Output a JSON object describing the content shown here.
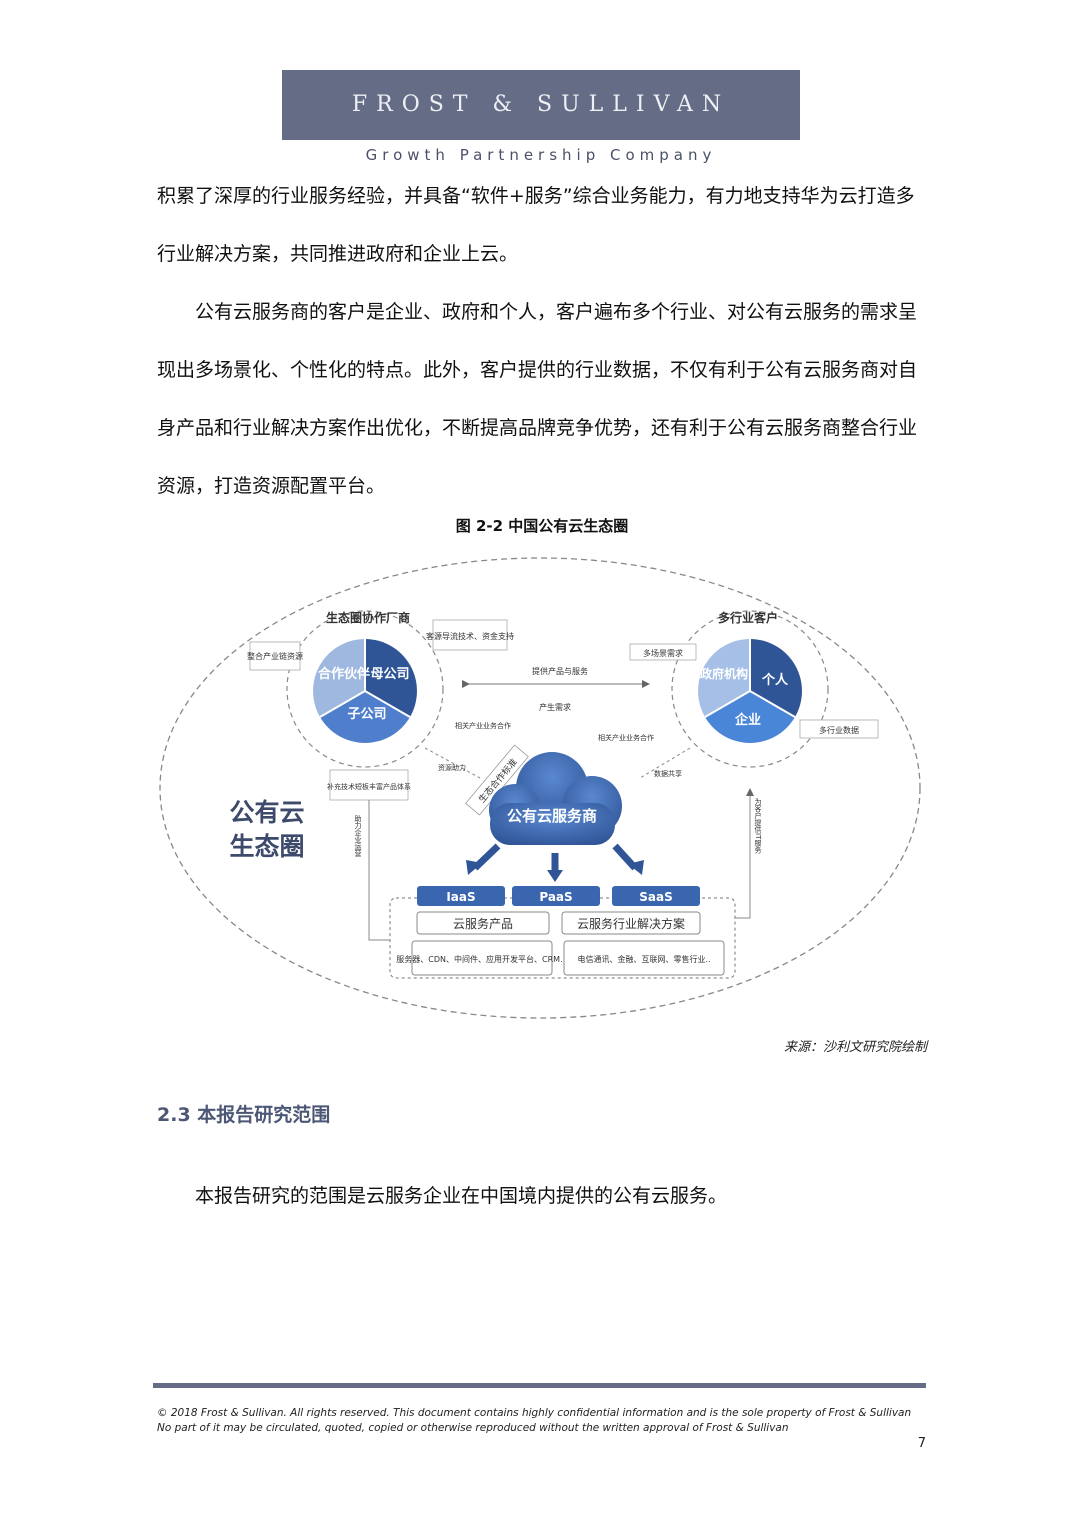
{
  "header": {
    "brand": "FROST & SULLIVAN",
    "tagline": "Growth Partnership Company"
  },
  "body": {
    "paragraph_1": "积累了深厚的行业服务经验，并具备“软件+服务”综合业务能力，有力地支持华为云打造多行业解决方案，共同推进政府和企业上云。",
    "paragraph_2": "　　公有云服务商的客户是企业、政府和个人，客户遍布多个行业、对公有云服务的需求呈现出多场景化、个性化的特点。此外，客户提供的行业数据，不仅有利于公有云服务商对自身产品和行业解决方案作出优化，不断提高品牌竞争优势，还有利于公有云服务商整合行业资源，打造资源配置平台。"
  },
  "figure": {
    "title": "图 2-2 中国公有云生态圈",
    "ecosystem_label_line1": "公有云",
    "ecosystem_label_line2": "生态圈",
    "partners": {
      "title": "生态圈协作厂商",
      "seg_partner": "合作伙伴",
      "seg_parent": "母公司",
      "seg_subsidiary": "子公司"
    },
    "customers": {
      "title": "多行业客户",
      "seg_gov": "政府机构",
      "seg_person": "个人",
      "seg_enterprise": "企业"
    },
    "labels": {
      "integrate_chain": "整合产业链资源",
      "customer_source": "客源导流技术、资金支持",
      "provide_products": "提供产品与服务",
      "generate_demand": "产生需求",
      "multi_scenario": "多场景需求",
      "multi_industry_data": "多行业数据",
      "related_left": "相关产业业务合作",
      "related_right": "相关产业业务合作",
      "resource_help": "资源助力",
      "eco_standard": "生态合作标准",
      "data_share": "数据共享",
      "supplement": "补充技术短板丰富产品体系",
      "help_ops": "助力企业运营",
      "provide_it": "为客户提供IT服务"
    },
    "cloud_provider": "公有云服务商",
    "tiers": [
      "IaaS",
      "PaaS",
      "SaaS"
    ],
    "cloud_products": "云服务产品",
    "cloud_solutions": "云服务行业解决方案",
    "products_detail": "服务器、CDN、中间件、应用开发平台、CRM...",
    "solutions_detail": "电信通讯、金融、互联网、零售行业..",
    "colors": {
      "dark_blue": "#2f5597",
      "mid_blue": "#4f7fcc",
      "light_blue": "#9fb8e0",
      "tier_blue": "#3a66b0"
    }
  },
  "source": "来源：沙利文研究院绘制",
  "section": {
    "heading": "2.3 本报告研究范围",
    "paragraph": "　　本报告研究的范围是云服务企业在中国境内提供的公有云服务。"
  },
  "footer": {
    "copyright": "© 2018 Frost & Sullivan. All rights reserved. This document contains highly confidential information and is the sole property of Frost & Sullivan No part of it may be circulated, quoted, copied or otherwise reproduced without the written approval of Frost & Sullivan",
    "page_number": "7"
  }
}
